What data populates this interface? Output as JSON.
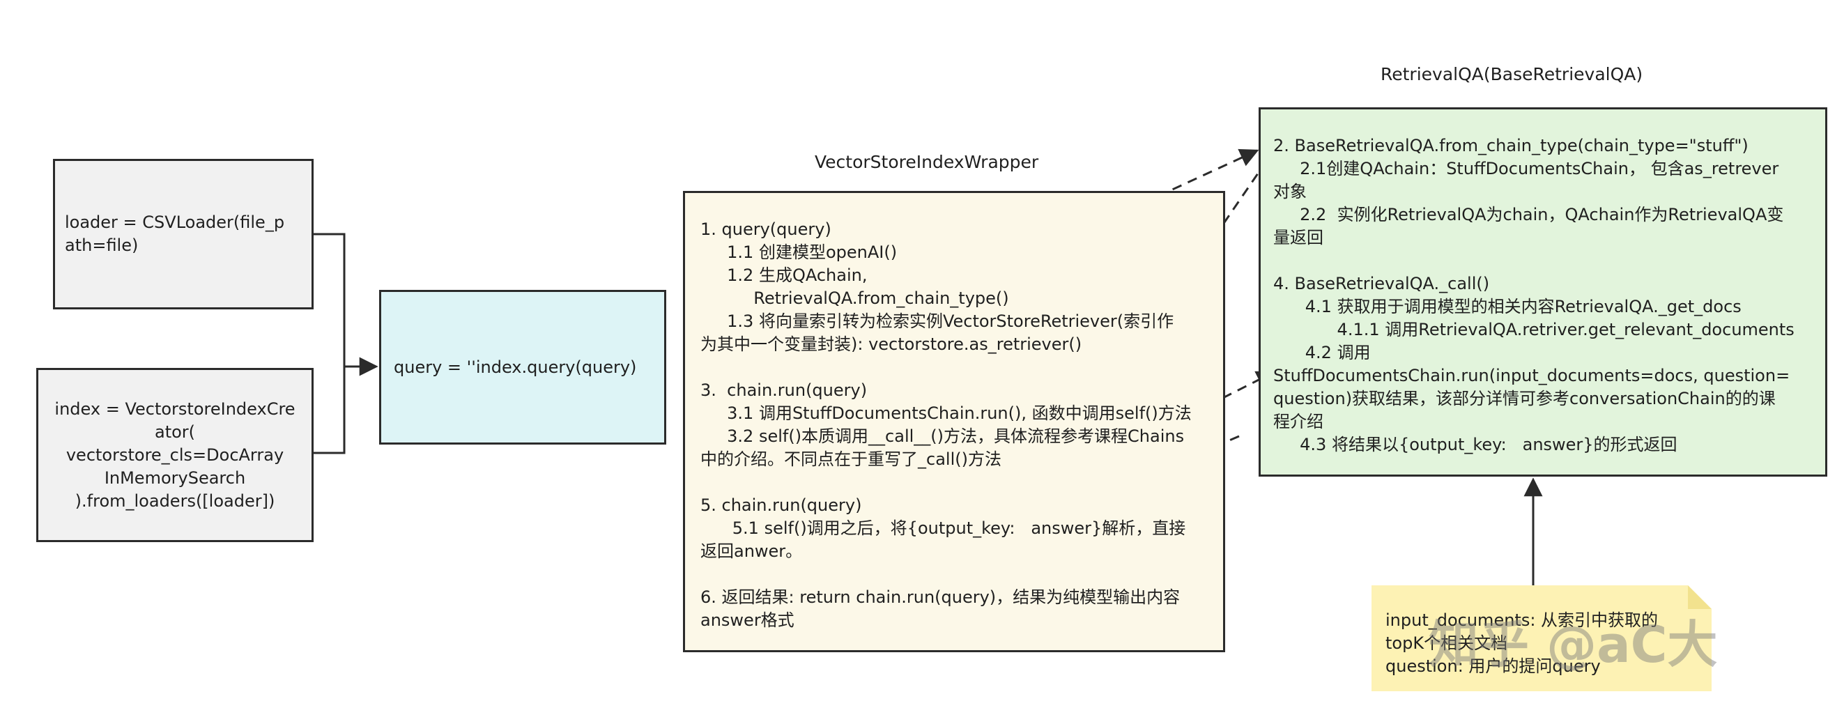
{
  "titles": {
    "wrapper": "VectorStoreIndexWrapper",
    "retrieval": "RetrievalQA(BaseRetrievalQA)"
  },
  "nodes": {
    "loader": {
      "lines": [
        "loader = CSVLoader(file_p",
        "ath=file)"
      ]
    },
    "index": {
      "lines": [
        "index = VectorstoreIndexCre",
        "ator(",
        "vectorstore_cls=DocArray",
        "InMemorySearch",
        ").from_loaders([loader])"
      ]
    },
    "query": {
      "text": "query = ''index.query(query)"
    },
    "wrapper": {
      "lines": [
        "1. query(query)",
        "     1.1 创建模型openAI()",
        "     1.2 生成QAchain,",
        "          RetrievalQA.from_chain_type()",
        "     1.3 将向量索引转为检索实例VectorStoreRetriever(索引作",
        "为其中一个变量封装): vectorstore.as_retriever()",
        "",
        "3.  chain.run(query)",
        "     3.1 调用StuffDocumentsChain.run(), 函数中调用self()方法",
        "     3.2 self()本质调用__call__()方法，具体流程参考课程Chains",
        "中的介绍。不同点在于重写了_call()方法",
        "",
        "5. chain.run(query)",
        "      5.1 self()调用之后，将{output_key:   answer}解析，直接",
        "返回anwer。",
        "",
        "6. 返回结果: return chain.run(query)，结果为纯模型输出内容",
        "answer格式"
      ]
    },
    "retrieval": {
      "lines": [
        "2. BaseRetrievalQA.from_chain_type(chain_type=\"stuff\")",
        "     2.1创建QAchain：StuffDocumentsChain， 包含as_retrever",
        "对象",
        "     2.2  实例化RetrievalQA为chain，QAchain作为RetrievalQA变",
        "量返回",
        "",
        "4. BaseRetrievalQA._call()",
        "      4.1 获取用于调用模型的相关内容RetrievalQA._get_docs",
        "            4.1.1 调用RetrievalQA.retriver.get_relevant_documents",
        "      4.2 调用",
        "StuffDocumentsChain.run(input_documents=docs, question=",
        "question)获取结果，该部分详情可参考conversationChain的的课",
        "程介绍",
        "     4.3 将结果以{output_key:   answer}的形式返回"
      ]
    },
    "note": {
      "lines": [
        "input_documents: 从索引中获取的",
        "topK个相关文档",
        "question: 用户的提问query"
      ]
    }
  },
  "watermark": "知乎 @aC大",
  "colors": {
    "border": "#2b2b2b",
    "gray_fill": "#f1f1f1",
    "cyan_fill": "#ddf4f6",
    "cream_fill": "#fcf8e8",
    "green_fill": "#e2f4dc",
    "note_fill": "#fdf2b4"
  }
}
